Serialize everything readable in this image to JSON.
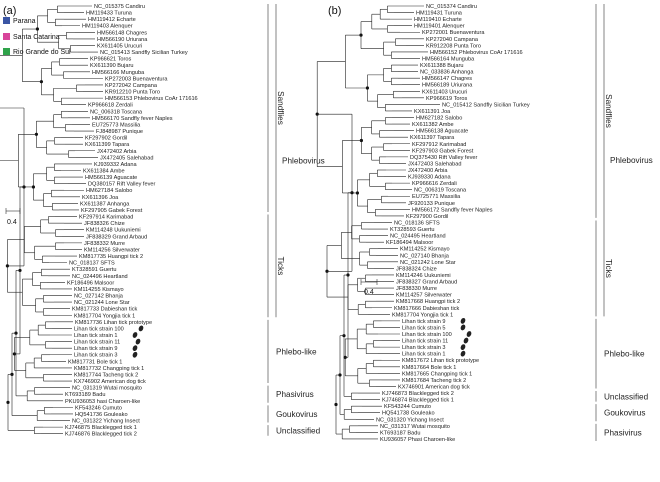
{
  "panels": [
    {
      "label": "(a)",
      "legend": [
        {
          "label": "Parana",
          "color": "#3a55a4"
        },
        {
          "label": "Santa Catarina",
          "color": "#d8449a"
        },
        {
          "label": "Rio Grande do Sul",
          "color": "#2fa34a"
        }
      ],
      "scale": "0.4",
      "tips": [
        {
          "text": "NC_015375 Candiru"
        },
        {
          "text": "HM119433 Turuna"
        },
        {
          "text": "HM119412 Echarte"
        },
        {
          "text": "HM119403 Alenquer"
        },
        {
          "text": "HM566148 Chagres"
        },
        {
          "text": "HM566190 Uriurana"
        },
        {
          "text": "KX611405 Urucuri"
        },
        {
          "text": "NC_015413 Sandfly Sicilian Turkey"
        },
        {
          "text": "KP966621 Toros"
        },
        {
          "text": "KX611390 Bujaru"
        },
        {
          "text": "HM566166 Munguba"
        },
        {
          "text": "KP272003 Buenaventura"
        },
        {
          "text": "KP272042 Campana"
        },
        {
          "text": "KR912210 Punta Toro"
        },
        {
          "text": "HM566153 Phlebovirus CoAr 171616"
        },
        {
          "text": "KP966618 Zerdali"
        },
        {
          "text": "NC_006318 Toscana"
        },
        {
          "text": "HM566170 Sandfly fever Naples"
        },
        {
          "text": "EU725773 Massilia"
        },
        {
          "text": "FJ848987 Punique"
        },
        {
          "text": "KF297902 Gordil"
        },
        {
          "text": "KX611399 Tapara"
        },
        {
          "text": "JX472402 Arbia"
        },
        {
          "text": "JX472405 Salehabad"
        },
        {
          "text": "KJ939332 Adana"
        },
        {
          "text": "KX611384 Ambe"
        },
        {
          "text": "HM566139 Aguacate"
        },
        {
          "text": "DQ380157 Rift Valley fever"
        },
        {
          "text": "HM627184 Salobo"
        },
        {
          "text": "KX611396 Joa"
        },
        {
          "text": "KX611387 Anhanga"
        },
        {
          "text": "KF297905 Gabek Forest"
        },
        {
          "text": "KF297914 Karimabad"
        },
        {
          "text": "JF838326 Chize"
        },
        {
          "text": "KM114248 Uukuniemi"
        },
        {
          "text": "JF838329 Grand Arbaud"
        },
        {
          "text": "JF838332 Murre"
        },
        {
          "text": "KM114256 Silverwater"
        },
        {
          "text": "KM817735 Huangpi tick 2"
        },
        {
          "text": "NC_018137 SFTS"
        },
        {
          "text": "KT328591 Guertu"
        },
        {
          "text": "NC_024496 Heartland"
        },
        {
          "text": "KF186496 Malsoor"
        },
        {
          "text": "KM114255 Kismayo"
        },
        {
          "text": "NC_027142 Bhanja"
        },
        {
          "text": "NC_021244 Lone Star"
        },
        {
          "text": "KM817733 Dabieshan tick"
        },
        {
          "text": "KM817704 Yongjia tick 1"
        },
        {
          "text": "KM817736 Lihan tick prototype"
        },
        {
          "text": "Lihan tick strain 100",
          "color": "#3a55a4",
          "leaf": true
        },
        {
          "text": "Lihan tick strain 1",
          "color": "#d8449a",
          "leaf": true
        },
        {
          "text": "Lihan tick strain 11",
          "color": "#2fa34a",
          "leaf": true
        },
        {
          "text": "Lihan tick strain 9",
          "color": "#2fa34a",
          "leaf": true
        },
        {
          "text": "Lihan tick strain 3",
          "color": "#2fa34a",
          "leaf": true
        },
        {
          "text": "KM817731 Bole tick 1"
        },
        {
          "text": "KM817732 Changping tick 1"
        },
        {
          "text": "KM817744 Tacheng tick 2"
        },
        {
          "text": "KX746902 American dog tick"
        },
        {
          "text": "NC_031319 Wutai mosquito"
        },
        {
          "text": "KT693189 Badu"
        },
        {
          "text": "PKU936053 hasi Charoen-like"
        },
        {
          "text": "KF543246 Cumuto"
        },
        {
          "text": "HQ541736 Gouleako"
        },
        {
          "text": "NC_031322 Yichang Insect"
        },
        {
          "text": "KJ746875 Blacklegged tick 1"
        },
        {
          "text": "KJ746876 Blacklegged tick 2"
        }
      ],
      "groups": [
        {
          "label": "Sandflies"
        },
        {
          "label": "Phlebovirus"
        },
        {
          "label": "Ticks"
        },
        {
          "label": "Phlebo-like",
          "color": "#d0202a"
        },
        {
          "label": "Phasivirus"
        },
        {
          "label": "Goukovirus"
        },
        {
          "label": "Unclassified"
        }
      ]
    },
    {
      "label": "(b)",
      "scale": "0.4",
      "tips": [
        {
          "text": "NC_015374 Candiru"
        },
        {
          "text": "HM119431 Turuna"
        },
        {
          "text": "HM119410 Echarte"
        },
        {
          "text": "HM119401 Alenquer"
        },
        {
          "text": "KP272001 Buenaventura"
        },
        {
          "text": "KP272040 Campana"
        },
        {
          "text": "KR912208 Punta Toro"
        },
        {
          "text": "HM566152 Phlebovirus CoAr 171616"
        },
        {
          "text": "HM566164 Munguba"
        },
        {
          "text": "KX611388 Bujaru"
        },
        {
          "text": "NC_033836 Anhanga"
        },
        {
          "text": "HM566147 Chagres"
        },
        {
          "text": "HM566189 Uriurana"
        },
        {
          "text": "KX611403 Urucuri"
        },
        {
          "text": "KP966619 Toros"
        },
        {
          "text": "NC_015412 Sandfly Sicilian Turkey"
        },
        {
          "text": "KX611391 Joa"
        },
        {
          "text": "HM627182 Salobo"
        },
        {
          "text": "KX611382 Ambe"
        },
        {
          "text": "HM566138 Aguacate"
        },
        {
          "text": "KX611397 Tapara"
        },
        {
          "text": "KF297912 Karimabad"
        },
        {
          "text": "KF297903 Gabek Forest"
        },
        {
          "text": "DQ375430 Rift Valley fever"
        },
        {
          "text": "JX472403 Salehabad"
        },
        {
          "text": "JX472400 Arbia"
        },
        {
          "text": "KJ939330 Adana"
        },
        {
          "text": "KP966616 Zerdali"
        },
        {
          "text": "NC_006319 Toscana"
        },
        {
          "text": "EU725771 Massilia"
        },
        {
          "text": "JF920133 Punique"
        },
        {
          "text": "HM566172 Sandfly fever Naples"
        },
        {
          "text": "KF297900 Gordil"
        },
        {
          "text": "NC_018136 SFTS"
        },
        {
          "text": "KT328593 Guertu"
        },
        {
          "text": "NC_024495 Heartland"
        },
        {
          "text": "KF186494 Malsoor"
        },
        {
          "text": "KM114252 Kismayo"
        },
        {
          "text": "NC_027140 Bhanja"
        },
        {
          "text": "NC_021242 Lone Star"
        },
        {
          "text": "JF838324 Chize"
        },
        {
          "text": "KM114246 Uukuniemi"
        },
        {
          "text": "JF838327 Grand Arbaud"
        },
        {
          "text": "JF838330 Murre"
        },
        {
          "text": "KM114257 Silverwater"
        },
        {
          "text": "KM817668 Huangpi tick 2"
        },
        {
          "text": "KM817666 Dabieshan tick"
        },
        {
          "text": "KM817704 Yongjia tick 1"
        },
        {
          "text": "Lihan tick strain 9",
          "color": "#2fa34a",
          "leaf": true
        },
        {
          "text": "Lihan tick strain 5",
          "color": "#3a55a4",
          "leaf": true
        },
        {
          "text": "Lihan tick strain 100",
          "color": "#3a55a4",
          "leaf": true
        },
        {
          "text": "Lihan tick strain 11",
          "color": "#2fa34a",
          "leaf": true
        },
        {
          "text": "Lihan tick strain 3",
          "color": "#2fa34a",
          "leaf": true
        },
        {
          "text": "Lihan tick strain 1",
          "color": "#d8449a",
          "leaf": true
        },
        {
          "text": "KM817672 Lihan tick prototype"
        },
        {
          "text": "KM817664 Bole tick 1"
        },
        {
          "text": "KM817665 Changping tick 1"
        },
        {
          "text": "KM817684 Tacheng tick 2"
        },
        {
          "text": "KX746901 American dog tick"
        },
        {
          "text": "KJ746873 Blacklegged tick 2"
        },
        {
          "text": "KJ746874 Blacklegged tick 1"
        },
        {
          "text": "KF543244 Cumuto"
        },
        {
          "text": "HQ541738 Gouleako"
        },
        {
          "text": "NC_031320 Yichang Insect"
        },
        {
          "text": "NC_031317 Wutai mosquito"
        },
        {
          "text": "KT693187 Badu"
        },
        {
          "text": "KU936057 Phasi Charoen-like"
        }
      ],
      "groups": [
        {
          "label": "Sandflies"
        },
        {
          "label": "Phlebovirus"
        },
        {
          "label": "Ticks"
        },
        {
          "label": "Phlebo-like",
          "color": "#d0202a"
        },
        {
          "label": "Unclassified"
        },
        {
          "label": "Goukovirus"
        },
        {
          "label": "Phasivirus"
        }
      ]
    }
  ]
}
